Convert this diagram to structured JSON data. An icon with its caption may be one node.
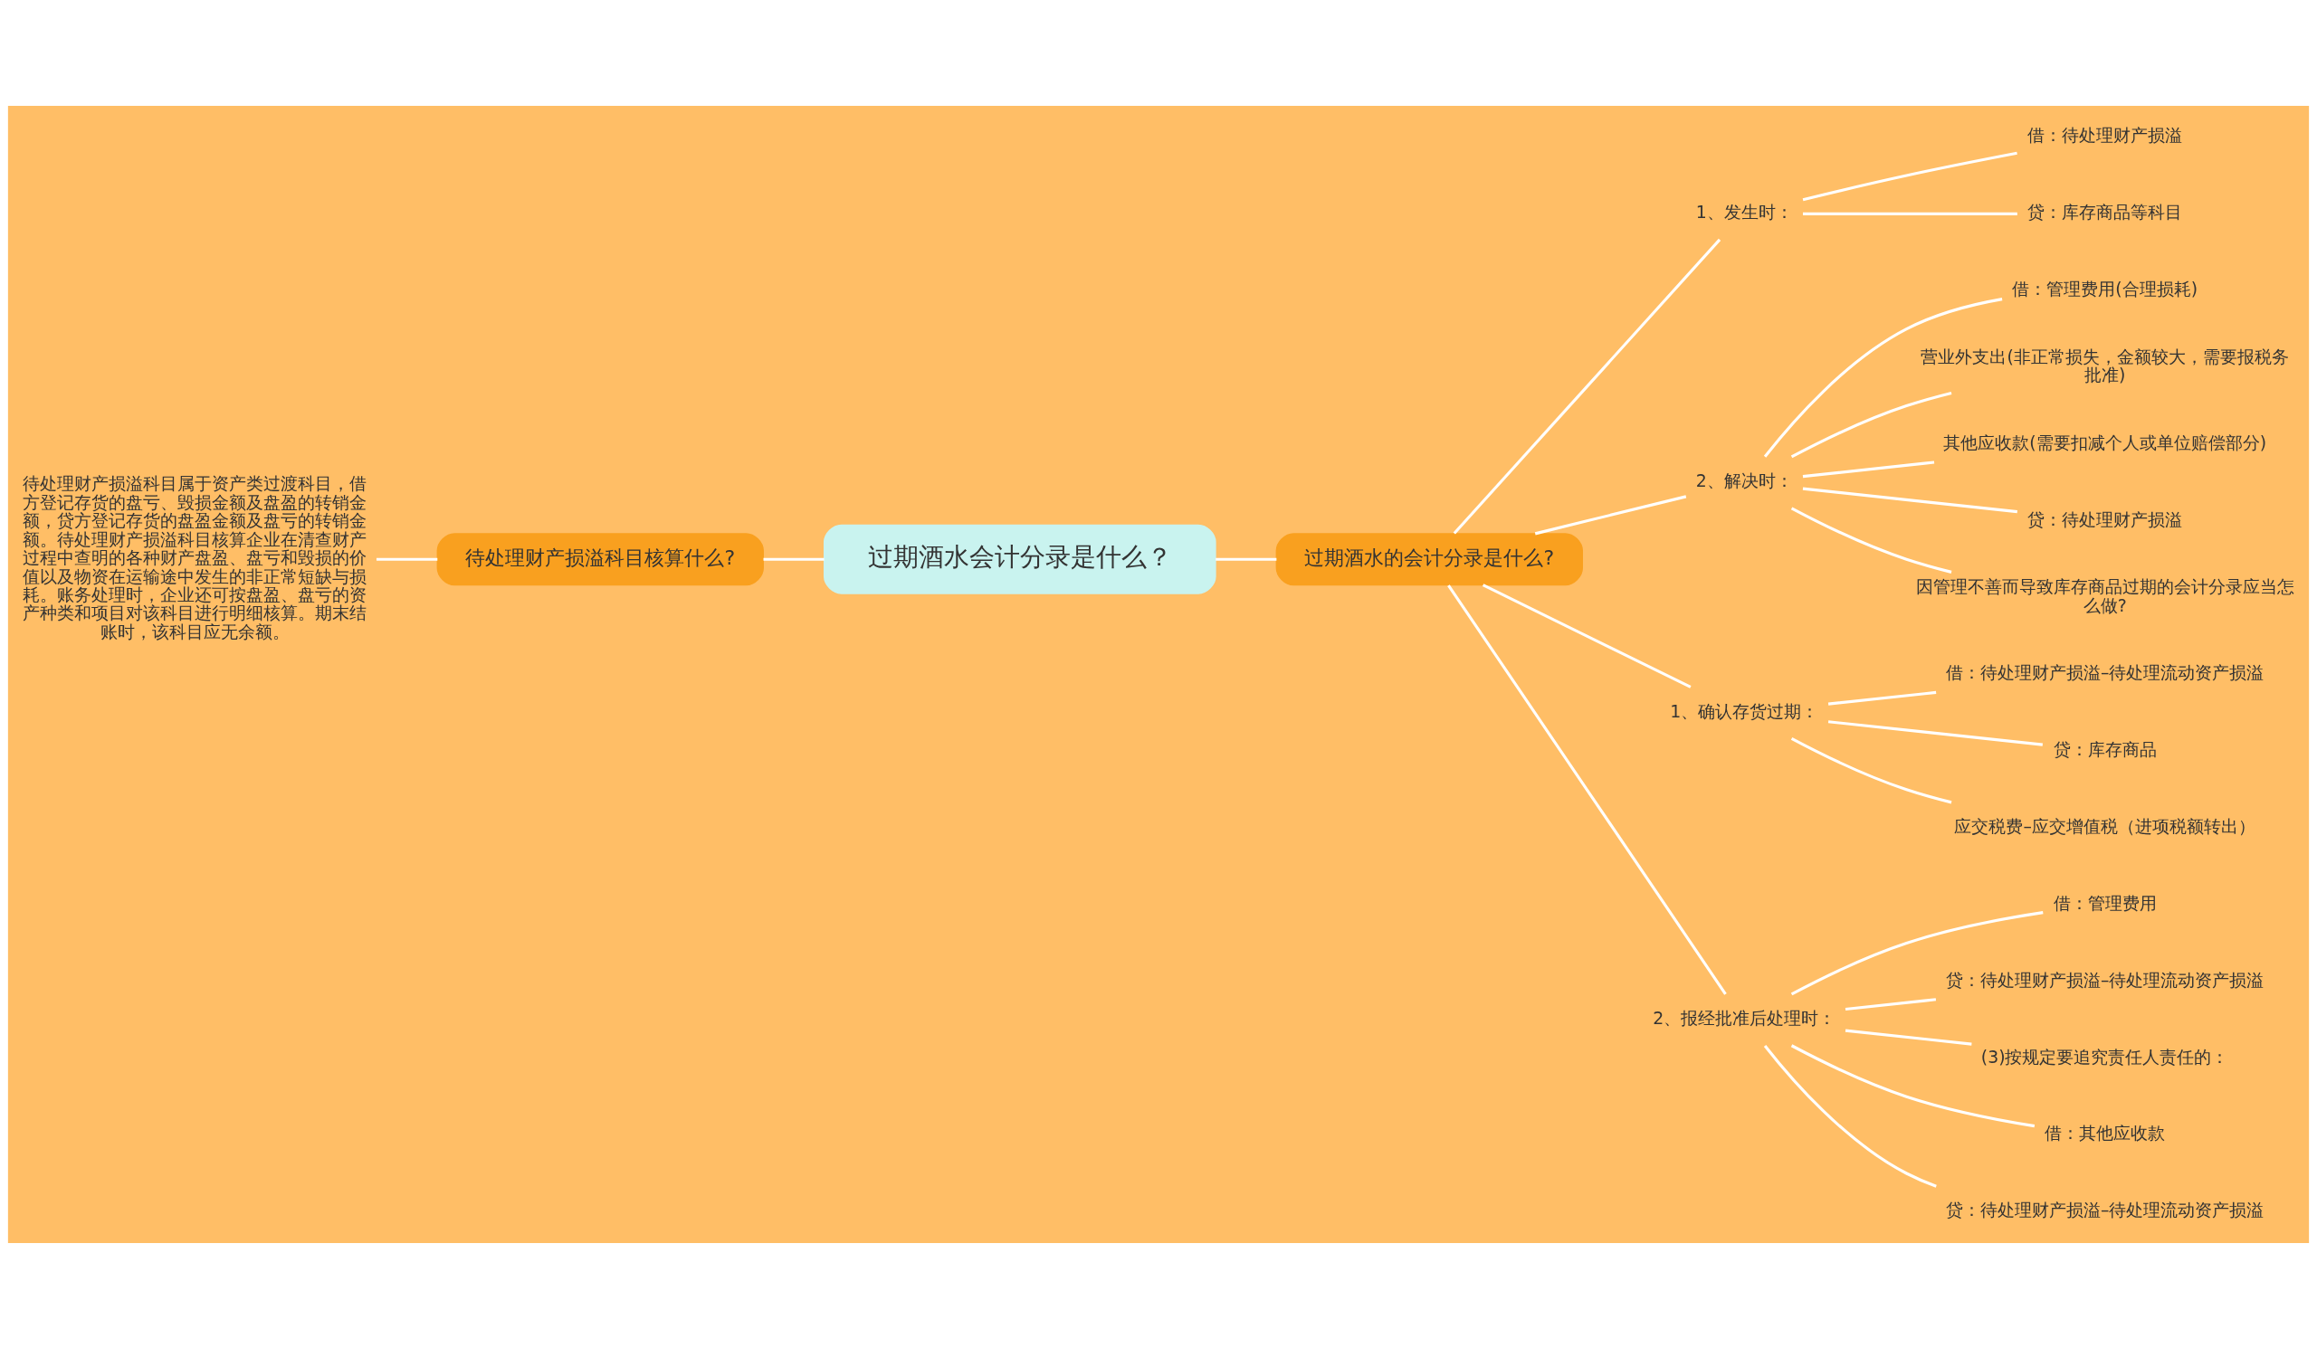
{
  "diagram": {
    "nodes": [
      {
        "text": [
          "过期酒水会计分录是什么？"
        ]
      },
      {
        "text": [
          "待处理财产损溢科目核算什么?"
        ]
      },
      {
        "text": [
          "待处理财产损溢科目属于资产类过渡科目，借方登记存货的盘亏、毁损金额及盘盈的转销金额，贷方登记存货的盘盈金额及盘亏的转销金额。待处理财产损溢科目核算企业在清查财产过程中查明的各种财产盘盈、盘亏和毁损的价值以及物资在运输途中发生的非正常短缺与损耗。账务处理时，企业还可按盘盈、盘亏的资产种类和项目对该科目进行明细核算。期末结账时，该科目应无余额。"
        ]
      },
      {
        "text": [
          "过期酒水的会计分录是什么?"
        ]
      },
      {
        "text": [
          "1、发生时："
        ]
      },
      {
        "text": [
          "借：待处理财产损溢"
        ]
      },
      {
        "text": [
          "贷：库存商品等科目"
        ]
      },
      {
        "text": [
          "2、解决时："
        ]
      },
      {
        "text": [
          "借：管理费用(合理损耗)"
        ]
      },
      {
        "text": [
          "营业外支出(非正常损失，金额较大，需要报税务批准)"
        ]
      },
      {
        "text": [
          "其他应收款(需要扣减个人或单位赔偿部分)"
        ]
      },
      {
        "text": [
          "贷：待处理财产损溢"
        ]
      },
      {
        "text": [
          "因管理不善而导致库存商品过期的会计分录应当怎么做?"
        ]
      },
      {
        "text": [
          "1、确认存货过期："
        ]
      },
      {
        "text": [
          "借：待处理财产损溢–待处理流动资产损溢"
        ]
      },
      {
        "text": [
          "贷：库存商品"
        ]
      },
      {
        "text": [
          "应交税费–应交增值税（进项税额转出）"
        ]
      },
      {
        "text": [
          "2、报经批准后处理时："
        ]
      },
      {
        "text": [
          "借：管理费用"
        ]
      },
      {
        "text": [
          "贷：待处理财产损溢–待处理流动资产损溢"
        ]
      },
      {
        "text": [
          "(3)按规定要追究责任人责任的："
        ]
      },
      {
        "text": [
          "借：其他应收款"
        ]
      },
      {
        "text": [
          "贷：待处理财产损溢–待处理流动资产损溢"
        ]
      }
    ],
    "edges": [
      {
        "from": 0,
        "to": 1,
        "arrow": "none"
      },
      {
        "from": 1,
        "to": 2,
        "arrow": "none"
      },
      {
        "from": 0,
        "to": 3,
        "arrow": "none"
      },
      {
        "from": 3,
        "to": 4,
        "arrow": "none"
      },
      {
        "from": 4,
        "to": 5,
        "arrow": "none"
      },
      {
        "from": 4,
        "to": 6,
        "arrow": "none"
      },
      {
        "from": 3,
        "to": 7,
        "arrow": "none"
      },
      {
        "from": 7,
        "to": 8,
        "arrow": "none"
      },
      {
        "from": 7,
        "to": 9,
        "arrow": "none"
      },
      {
        "from": 7,
        "to": 10,
        "arrow": "none"
      },
      {
        "from": 7,
        "to": 11,
        "arrow": "none"
      },
      {
        "from": 7,
        "to": 12,
        "arrow": "none"
      },
      {
        "from": 3,
        "to": 13,
        "arrow": "none"
      },
      {
        "from": 13,
        "to": 14,
        "arrow": "none"
      },
      {
        "from": 13,
        "to": 15,
        "arrow": "none"
      },
      {
        "from": 13,
        "to": 16,
        "arrow": "none"
      },
      {
        "from": 3,
        "to": 17,
        "arrow": "none"
      },
      {
        "from": 17,
        "to": 18,
        "arrow": "none"
      },
      {
        "from": 17,
        "to": 19,
        "arrow": "none"
      },
      {
        "from": 17,
        "to": 20,
        "arrow": "none"
      },
      {
        "from": 17,
        "to": 21,
        "arrow": "none"
      },
      {
        "from": 17,
        "to": 22,
        "arrow": "none"
      }
    ]
  }
}
